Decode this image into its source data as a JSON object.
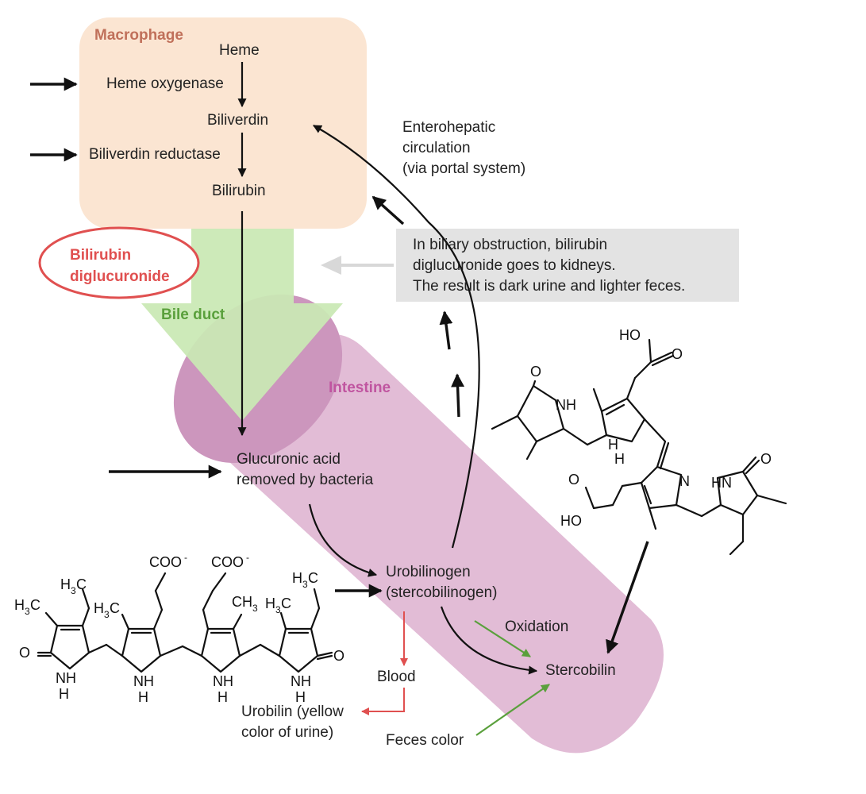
{
  "macrophage": {
    "title": "Macrophage",
    "heme": "Heme",
    "enzyme1": "Heme oxygenase",
    "biliverdin": "Biliverdin",
    "enzyme2": "Biliverdin reductase",
    "bilirubin": "Bilirubin"
  },
  "bile": {
    "conjugate_line1": "Bilirubin",
    "conjugate_line2": "diglucuronide",
    "duct": "Bile duct"
  },
  "enterohepatic": {
    "line1": "Enterohepatic",
    "line2": "circulation",
    "line3": "(via portal system)"
  },
  "obstruction_note": {
    "line1": "In biliary obstruction, bilirubin",
    "line2": "diglucuronide goes to kidneys.",
    "line3": "The result is dark urine and lighter feces."
  },
  "intestine": {
    "title": "Intestine",
    "step1_line1": "Glucuronic acid",
    "step1_line2": "removed by bacteria",
    "uro_line1": "Urobilinogen",
    "uro_line2": "(stercobilinogen)",
    "oxidation": "Oxidation",
    "stercobilin": "Stercobilin",
    "blood": "Blood",
    "urobilin_line1": "Urobilin (yellow",
    "urobilin_line2": "color of urine)",
    "feces": "Feces color"
  },
  "chem": {
    "coo": "COO",
    "charge": "-",
    "h": "H",
    "c": "C",
    "three": "3",
    "nh": "NH",
    "hn": "HN",
    "n": "N",
    "o": "O",
    "ho": "HO"
  },
  "colors": {
    "macrophage_box": "#fbe5d2",
    "macrophage_title": "#c0705a",
    "bile_duct": "#c9e8b4",
    "bile_label": "#5aa03c",
    "intestine": "#e2bcd6",
    "intestine_dark": "#cc96bd",
    "intestine_label": "#c055a0",
    "red": "#e05050",
    "green": "#5aa03c",
    "note_box": "#e3e3e3"
  }
}
